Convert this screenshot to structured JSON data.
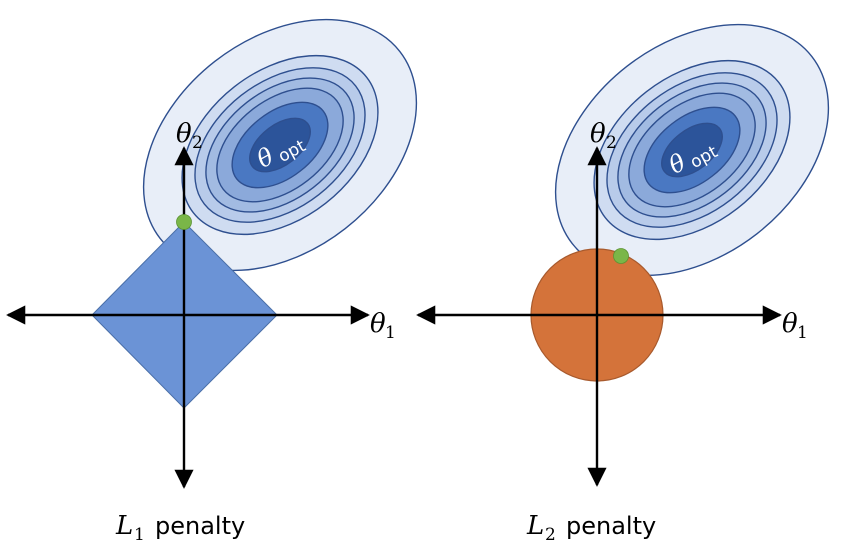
{
  "colors": {
    "contour_stroke": "#2e4f8f",
    "contour_fills": [
      "#e8eef8",
      "#cfdcf1",
      "#b8cbea",
      "#a2bbe2",
      "#8ba9da",
      "#4a78c2",
      "#2c549a"
    ],
    "l1_region": "#6b93d6",
    "l1_region_stroke": "#4a6fa8",
    "l2_region": "#d4733a",
    "l2_region_stroke": "#a85a2d",
    "solution_point": "#7ab648",
    "axis": "#000000"
  },
  "icons": {
    "axis_arrow": "arrowhead-icon",
    "solution_point": "green-dot-icon"
  },
  "panels": [
    {
      "id": "l1",
      "x_axis_label": {
        "symbol": "θ",
        "sub": "1"
      },
      "y_axis_label": {
        "symbol": "θ",
        "sub": "2"
      },
      "optimum_label": {
        "symbol": "θ",
        "sub": "opt"
      },
      "caption": {
        "symbol": "L",
        "sub": "1",
        "word": "penalty"
      }
    },
    {
      "id": "l2",
      "x_axis_label": {
        "symbol": "θ",
        "sub": "1"
      },
      "y_axis_label": {
        "symbol": "θ",
        "sub": "2"
      },
      "optimum_label": {
        "symbol": "θ",
        "sub": "opt"
      },
      "caption": {
        "symbol": "L",
        "sub": "2",
        "word": "penalty"
      }
    }
  ]
}
